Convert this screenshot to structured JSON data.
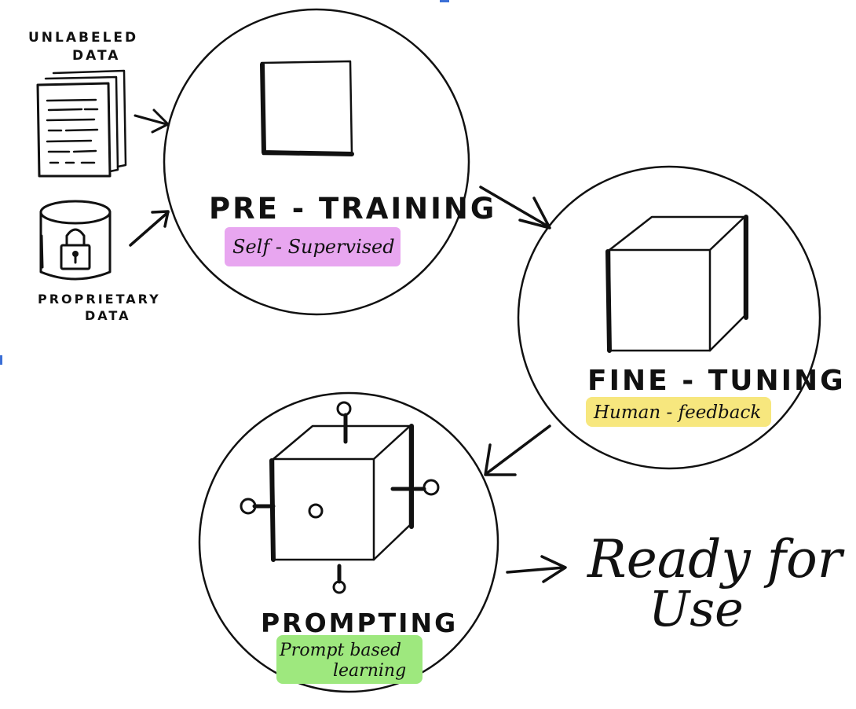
{
  "inputs": {
    "unlabeled": {
      "line1": "UNLABELED",
      "line2": "DATA"
    },
    "proprietary": {
      "line1": "PROPRIETARY",
      "line2": "DATA"
    }
  },
  "stages": [
    {
      "title": "PRE - TRAINING",
      "tag": "Self - Supervised",
      "tag_color": "#e8a6f0"
    },
    {
      "title": "FINE - TUNING",
      "tag": "Human - feedback",
      "tag_color": "#f7e77e"
    },
    {
      "title": "PROMPTING",
      "tag_line1": "Prompt based",
      "tag_line2": "learning",
      "tag_color": "#9ee87e"
    }
  ],
  "outcome": {
    "line1": "Ready for",
    "line2": "Use"
  },
  "colors": {
    "ink": "#111111",
    "edge_mark": "#3b6fd6"
  }
}
